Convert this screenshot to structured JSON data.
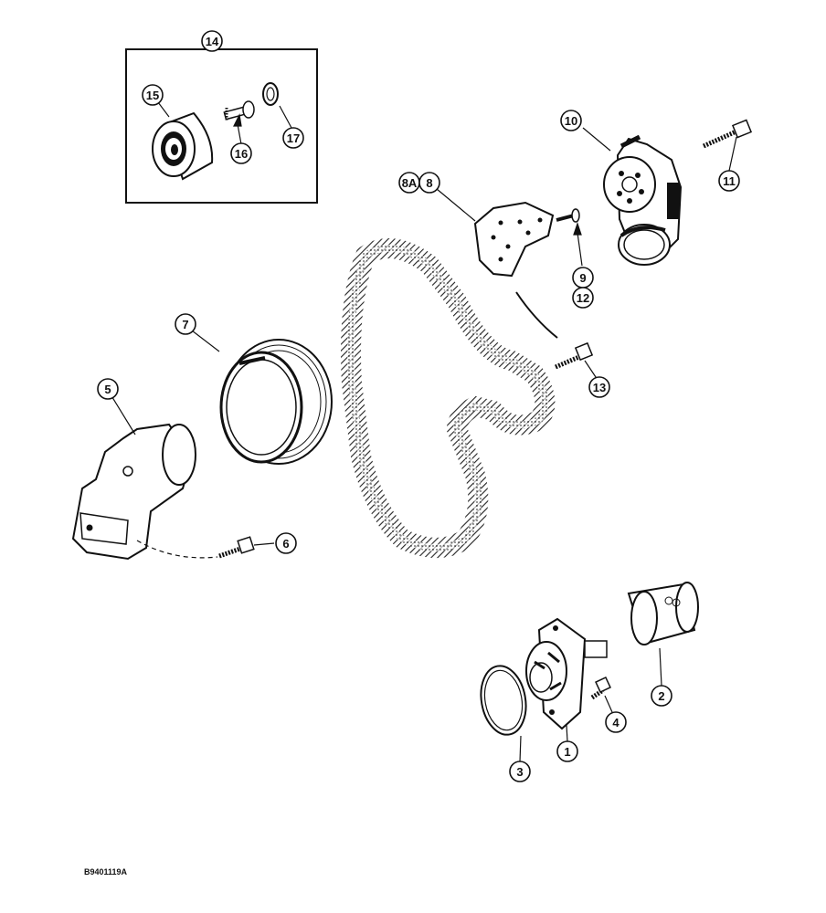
{
  "figure_id": "B9401119A",
  "callouts": [
    {
      "id": "c14",
      "text": "14"
    },
    {
      "id": "c15",
      "text": "15"
    },
    {
      "id": "c16",
      "text": "16"
    },
    {
      "id": "c17",
      "text": "17"
    },
    {
      "id": "c10",
      "text": "10"
    },
    {
      "id": "c11",
      "text": "11"
    },
    {
      "id": "c8a",
      "text": "8A"
    },
    {
      "id": "c8",
      "text": "8"
    },
    {
      "id": "c9",
      "text": "9"
    },
    {
      "id": "c12",
      "text": "12"
    },
    {
      "id": "c13",
      "text": "13"
    },
    {
      "id": "c7",
      "text": "7"
    },
    {
      "id": "c5",
      "text": "5"
    },
    {
      "id": "c6",
      "text": "6"
    },
    {
      "id": "c2",
      "text": "2"
    },
    {
      "id": "c4",
      "text": "4"
    },
    {
      "id": "c1",
      "text": "1"
    },
    {
      "id": "c3",
      "text": "3"
    }
  ]
}
